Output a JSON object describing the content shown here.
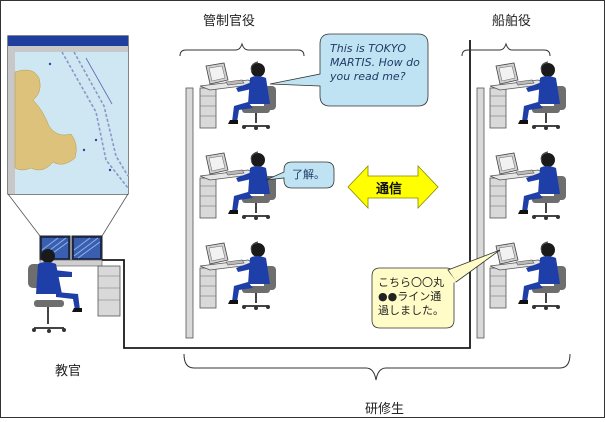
{
  "labels": {
    "controller_role": "管制官役",
    "ship_role": "船舶役",
    "instructor": "教官",
    "trainees": "研修生"
  },
  "arrow": {
    "text": "通信"
  },
  "bubbles": {
    "controller_1": [
      "This is TOKYO",
      "MARTIS. How do",
      "you read me?"
    ],
    "controller_2": [
      "了解。"
    ],
    "ship_3": [
      "こちら〇〇丸",
      "●●ライン通",
      "過しました。"
    ]
  },
  "colors": {
    "bubble_fill": "#bfe3f2",
    "note_fill": "#fffcc8",
    "arrow_fill": "#ffff00",
    "person_blue": "#1f3fa8",
    "chair_gray": "#6e6e6e",
    "sea": "#cfe7f2",
    "land": "#dcc27a"
  }
}
